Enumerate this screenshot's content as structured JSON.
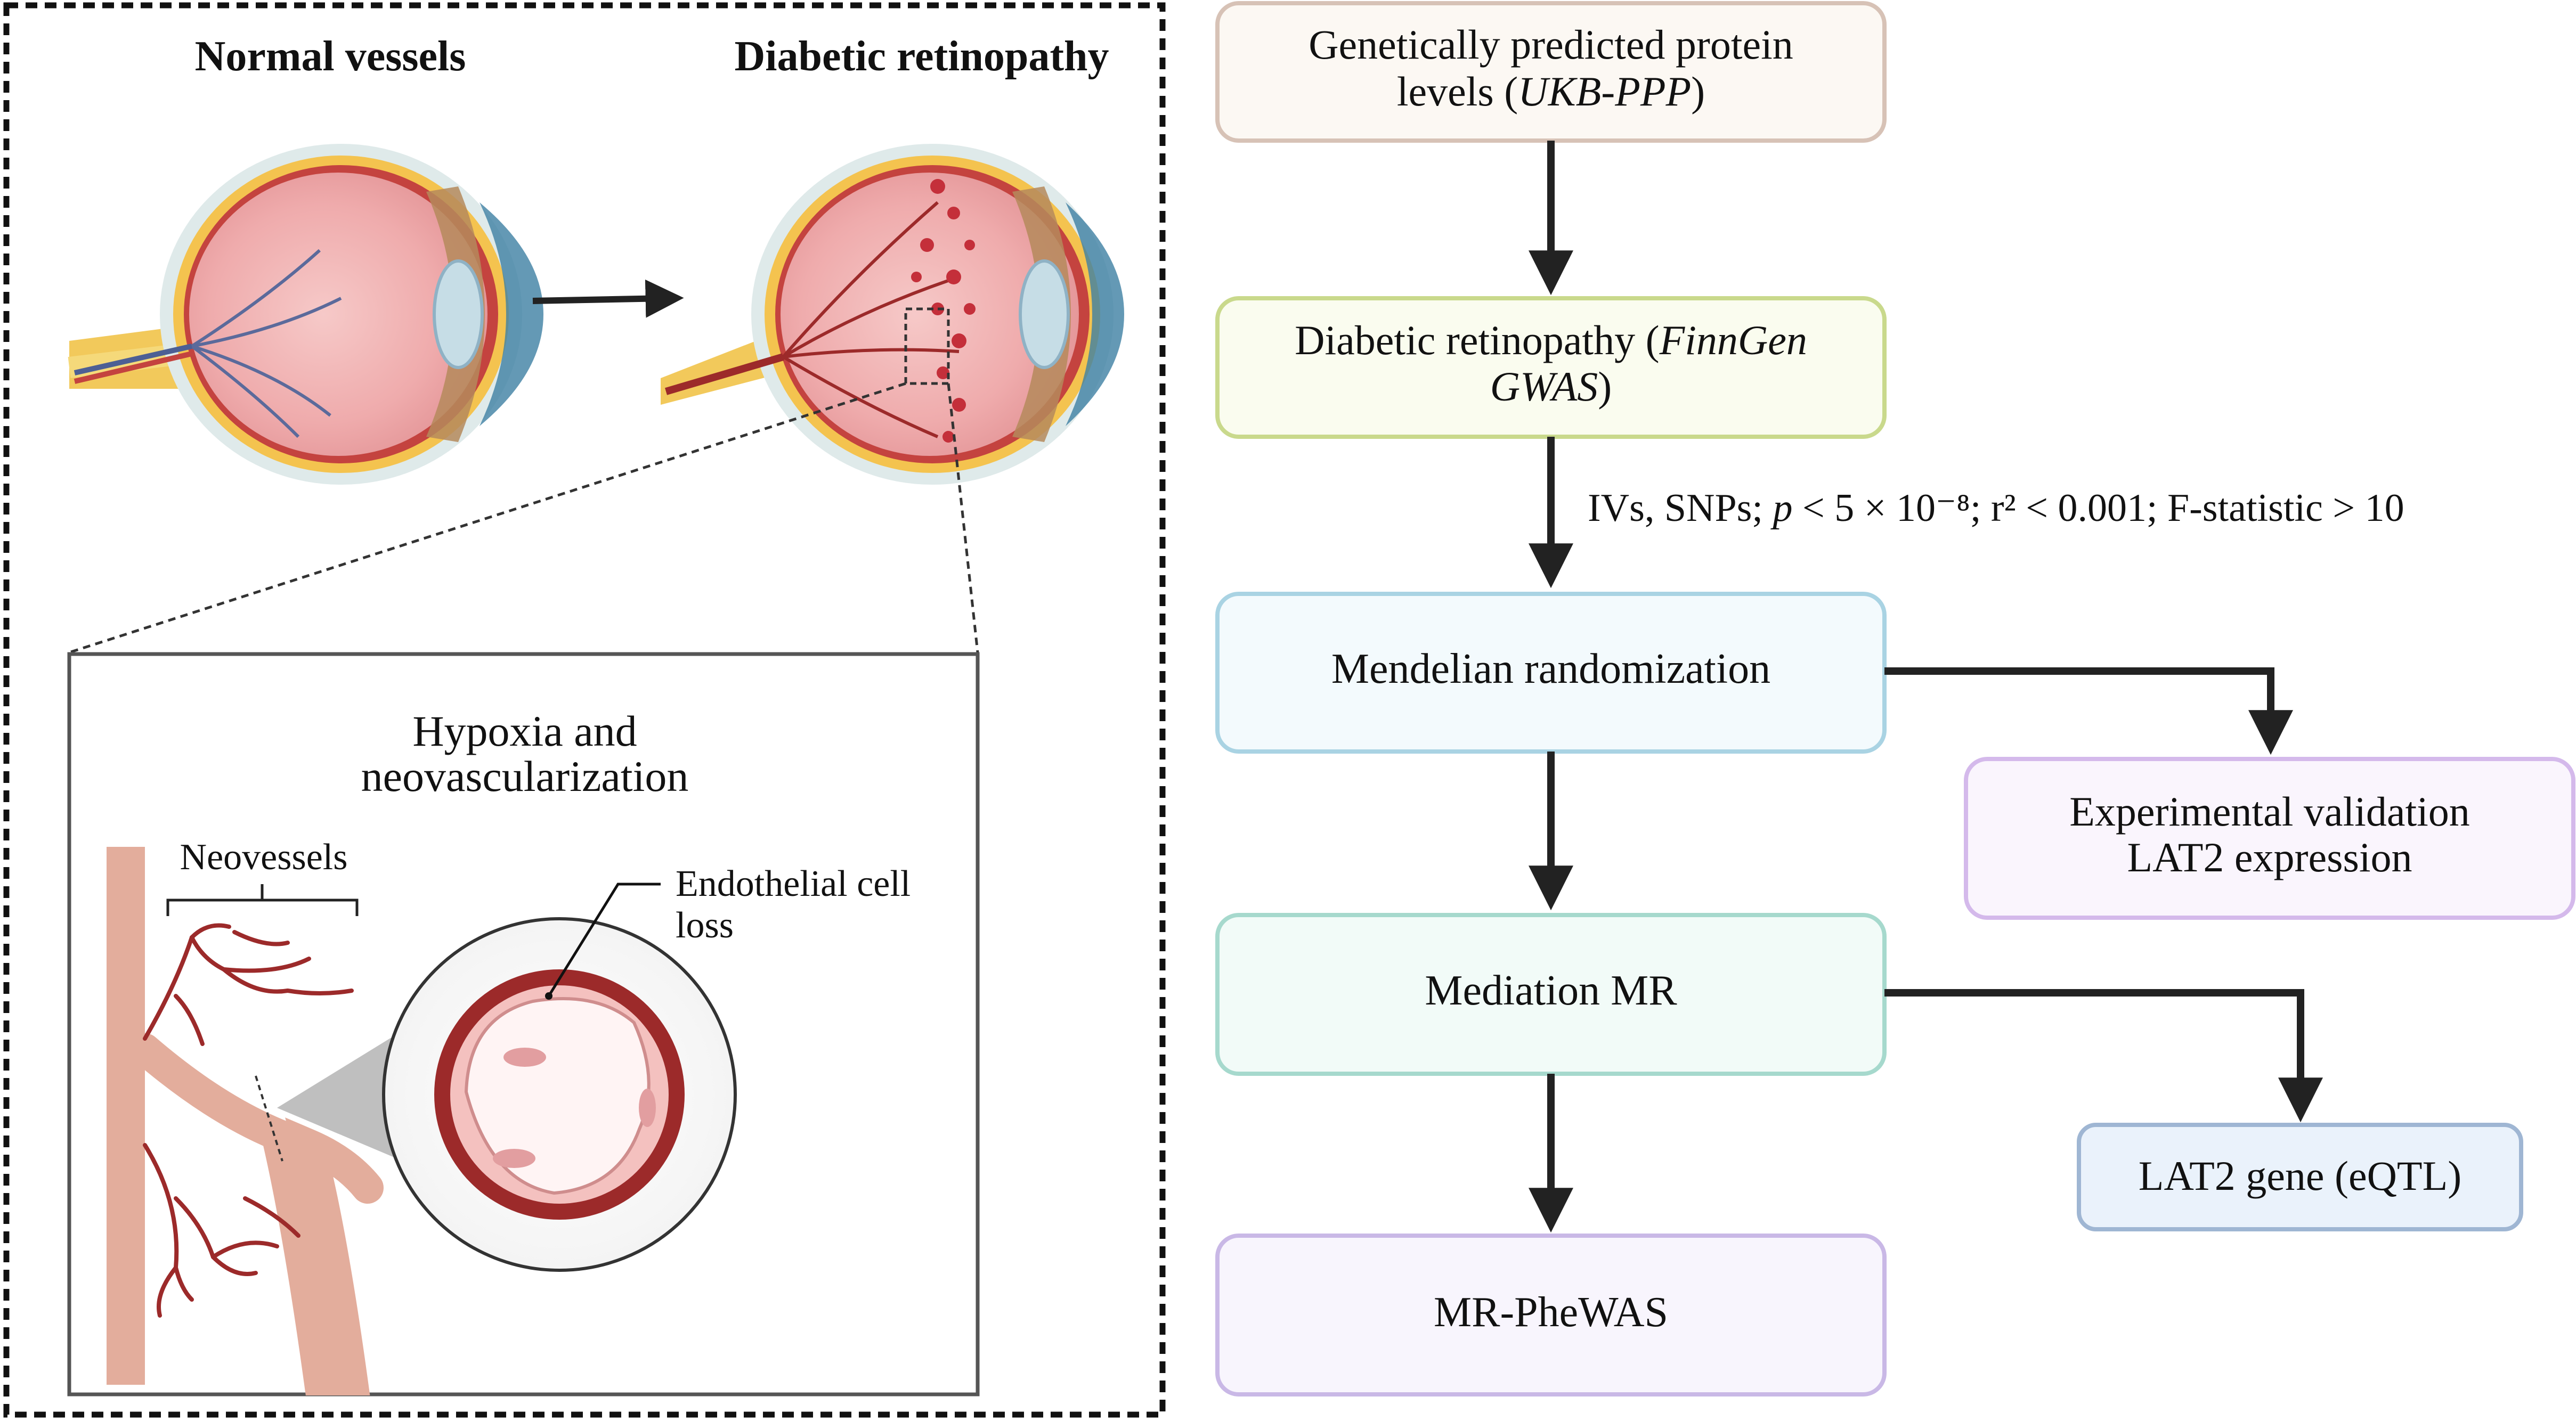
{
  "illustration": {
    "label_normal": "Normal vessels",
    "label_diabetic": "Diabetic retinopathy",
    "inset_title_line1": "Hypoxia and",
    "inset_title_line2": "neovascularization",
    "neovessels_label": "Neovessels",
    "endothelial_line1": "Endothelial cell",
    "endothelial_line2": "loss"
  },
  "flowchart": {
    "box1_line1": "Genetically predicted protein",
    "box1_line2_pre": "levels (",
    "box1_line2_italic": "UKB-PPP",
    "box1_line2_post": ")",
    "box2_line1_pre": "Diabetic retinopathy (",
    "box2_line1_italic": "FinnGen",
    "box2_line2_italic": "GWAS",
    "box2_line2_post": ")",
    "criteria_pre": "IVs, SNPs; ",
    "criteria_p": "p",
    "criteria_post": " < 5 × 10⁻⁸; r² < 0.001; F-statistic > 10",
    "box3": "Mendelian randomization",
    "box4_line1": "Experimental validation",
    "box4_line2": "LAT2 expression",
    "box5": "Mediation MR",
    "box6": "LAT2 gene (eQTL)",
    "box7": "MR-PheWAS"
  },
  "colors": {
    "box1_border": "#d7c2b6",
    "box1_fill": "#fcf8f3",
    "box2_border": "#c9d98c",
    "box2_fill": "#fafcef",
    "box3_border": "#a9d3e3",
    "box3_fill": "#f3fafd",
    "box4_border": "#d4b9eb",
    "box4_fill": "#faf5fd",
    "box5_border": "#a6d9cd",
    "box5_fill": "#f2fbf8",
    "box6_border": "#9fb6d3",
    "box6_fill": "#eaf2fb",
    "box7_border": "#c9b8e6",
    "box7_fill": "#f8f5fd",
    "arrow": "#222222",
    "vessel": "#9c2a2a",
    "vessel_trunk": "#e3ad9c"
  }
}
